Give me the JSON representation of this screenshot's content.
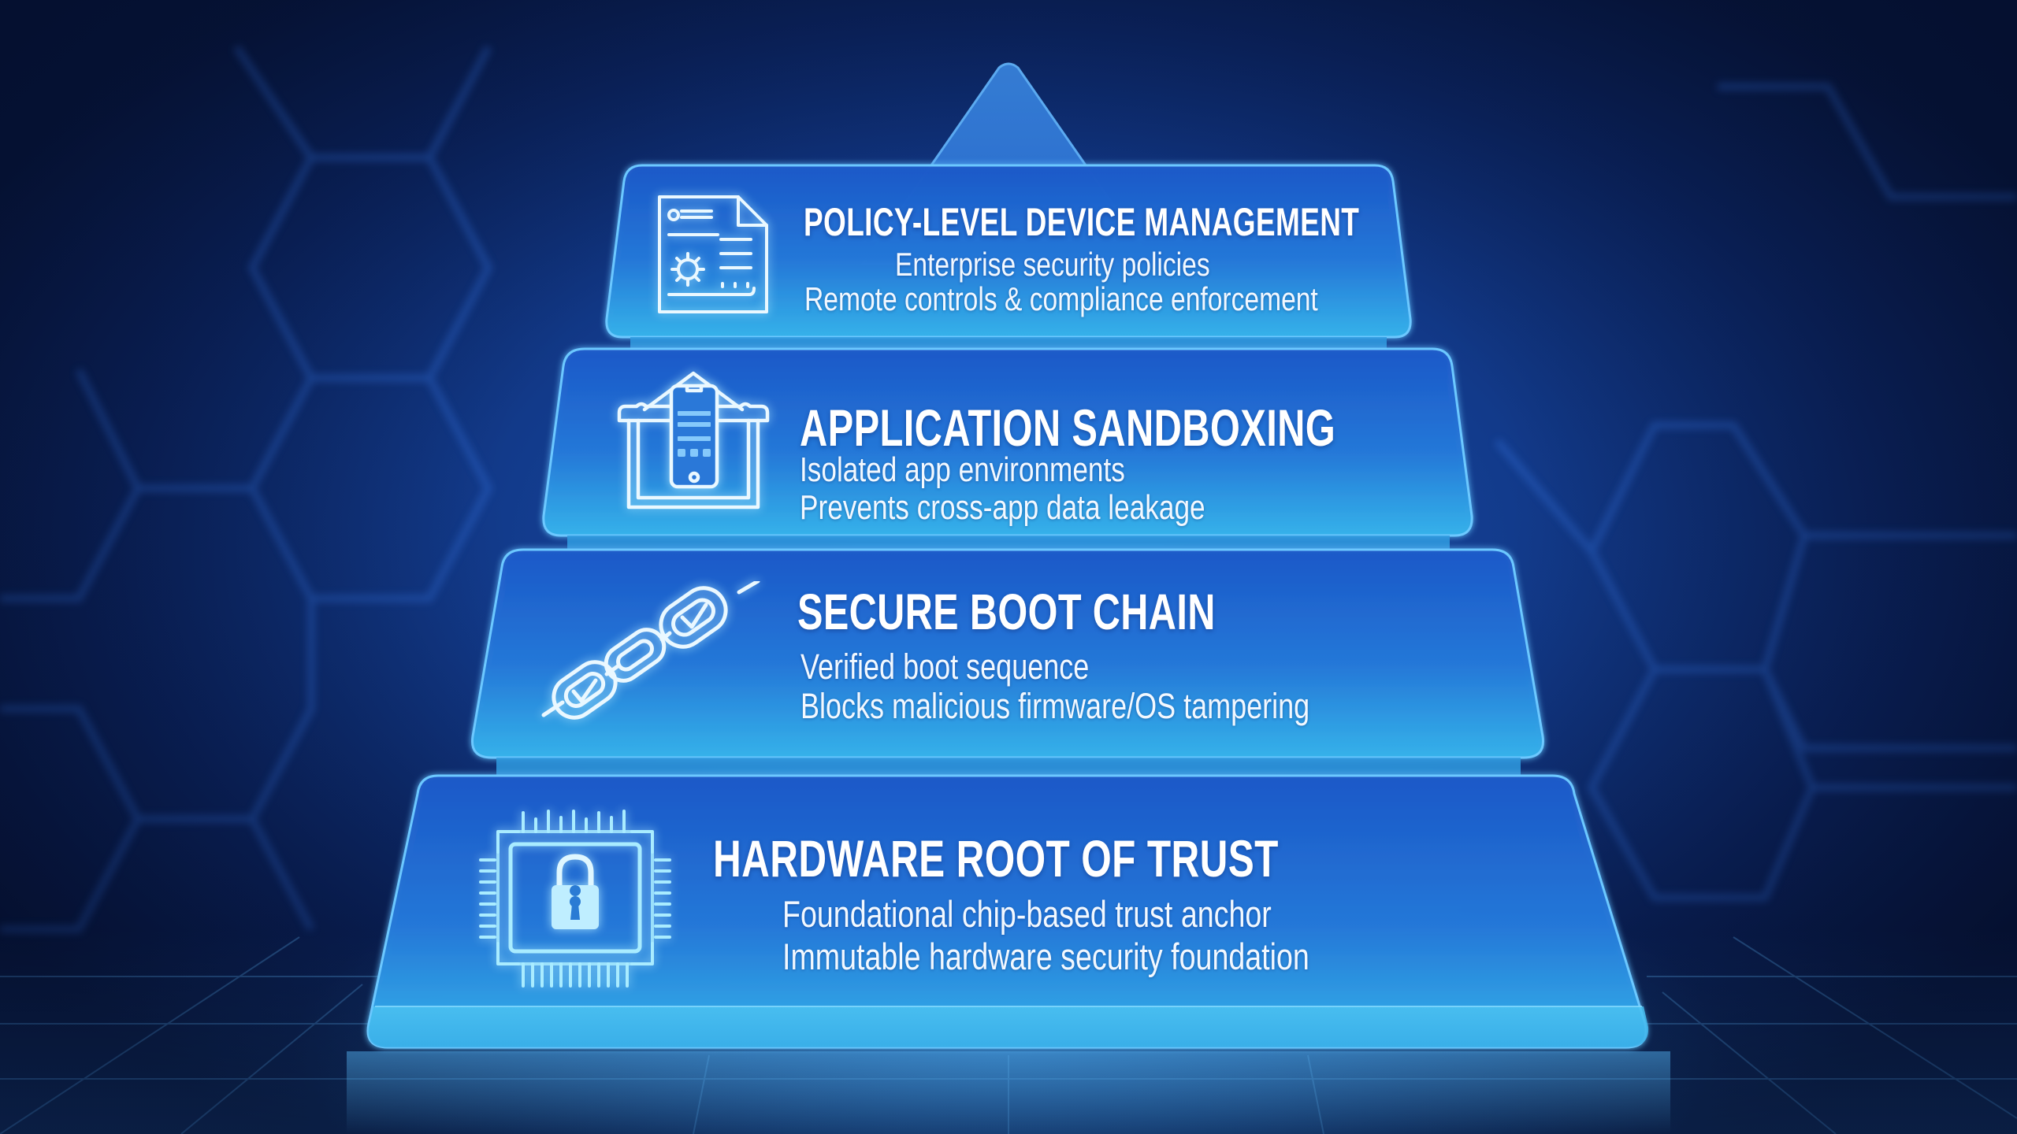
{
  "diagram": {
    "type": "layered-pyramid",
    "theme": {
      "background_dark": "#07173f",
      "background_mid": "#123a8a",
      "tier_top_color": "#1f5fd0",
      "tier_bottom_color": "#36b4ea",
      "edge_glow": "#6fd0ff",
      "text_color": "#ffffff"
    },
    "apex": {
      "shape": "triangle"
    },
    "tiers": [
      {
        "level": 4,
        "title": "POLICY-LEVEL DEVICE MANAGEMENT",
        "lines": [
          "Enterprise security policies",
          "Remote controls & compliance enforcement"
        ],
        "icon": "policy-document-gear-icon"
      },
      {
        "level": 3,
        "title": "APPLICATION SANDBOXING",
        "lines": [
          "Isolated app environments",
          "Prevents cross-app data leakage"
        ],
        "icon": "smartphone-in-sandbox-icon"
      },
      {
        "level": 2,
        "title": "SECURE BOOT CHAIN",
        "lines": [
          "Verified boot sequence",
          "Blocks malicious firmware/OS tampering"
        ],
        "icon": "chain-links-checkmark-icon"
      },
      {
        "level": 1,
        "title": "HARDWARE ROOT OF TRUST",
        "lines": [
          "Foundational chip-based trust anchor",
          "Immutable hardware security foundation"
        ],
        "icon": "chip-padlock-icon"
      }
    ]
  }
}
